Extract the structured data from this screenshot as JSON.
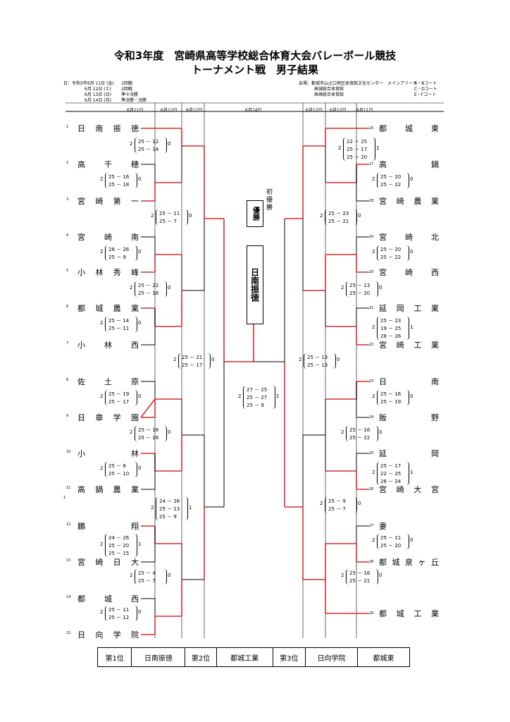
{
  "title": "令和3年度　宮崎県高等学校総合体育大会バレーボール競技",
  "subtitle": "トーナメント戦　男子結果",
  "schedule": [
    {
      "date": "日：令和3年6月 11日 (金)",
      "round": "1回戦"
    },
    {
      "date": "6月 12日 (土)",
      "round": "2回戦"
    },
    {
      "date": "6月 13日 (日)",
      "round": "準々決勝"
    },
    {
      "date": "6月 14日 (月)",
      "round": "準決勝・決勝"
    }
  ],
  "venues": [
    {
      "name": "会場：都城市山之口地区体育館文化センター　メインアリーナ",
      "courts": "A・Bコート"
    },
    {
      "name": "高城総合体育館",
      "courts": "C・Dコート"
    },
    {
      "name": "高崎総合体育館",
      "courts": "E・Fコート"
    }
  ],
  "dates_header": [
    "6月11日",
    "6月12日",
    "6月12日",
    "6月14日",
    "6月12日",
    "6月12日",
    "6月11日"
  ],
  "left_teams": [
    {
      "seed": "1",
      "name": "日南振徳"
    },
    {
      "seed": "2",
      "name": "高千穂"
    },
    {
      "seed": "3",
      "name": "宮崎第一"
    },
    {
      "seed": "4",
      "name": "宮崎南"
    },
    {
      "seed": "5",
      "name": "小林秀峰"
    },
    {
      "seed": "6",
      "name": "都城農業"
    },
    {
      "seed": "7",
      "name": "小林西"
    },
    {
      "seed": "8",
      "name": "佐土原"
    },
    {
      "seed": "9",
      "name": "日章学園"
    },
    {
      "seed": "10",
      "name": "小林"
    },
    {
      "seed": "11",
      "name": "高鍋農業"
    },
    {
      "seed": "12",
      "name": "鵬翔"
    },
    {
      "seed": "13",
      "name": "宮崎日大"
    },
    {
      "seed": "14",
      "name": "都城西"
    },
    {
      "seed": "15",
      "name": "日向学院"
    }
  ],
  "right_teams": [
    {
      "seed": "16",
      "name": "都城東"
    },
    {
      "seed": "17",
      "name": "高鍋"
    },
    {
      "seed": "18",
      "name": "宮崎農業"
    },
    {
      "seed": "19",
      "name": "宮崎北"
    },
    {
      "seed": "20",
      "name": "宮崎西"
    },
    {
      "seed": "21",
      "name": "延岡工業"
    },
    {
      "seed": "22",
      "name": "宮崎工業"
    },
    {
      "seed": "23",
      "name": "日南"
    },
    {
      "seed": "24",
      "name": "飯野"
    },
    {
      "seed": "25",
      "name": "延岡"
    },
    {
      "seed": "26",
      "name": "宮崎大宮"
    },
    {
      "seed": "27",
      "name": "妻"
    },
    {
      "seed": "28",
      "name": "都城泉ヶ丘"
    },
    {
      "seed": "29",
      "name": "都城工業"
    }
  ],
  "matches": [
    {
      "id": "L1",
      "w": "2",
      "l": "0",
      "sets": [
        "25 － 12",
        "25 － 14"
      ]
    },
    {
      "id": "L2",
      "w": "2",
      "l": "0",
      "sets": [
        "25 － 16",
        "25 － 18"
      ]
    },
    {
      "id": "L3",
      "w": "2",
      "l": "0",
      "sets": [
        "25 － 11",
        "25 － 7"
      ]
    },
    {
      "id": "L4",
      "w": "2",
      "l": "0",
      "sets": [
        "28 － 26",
        "25 － 9"
      ]
    },
    {
      "id": "L5",
      "w": "2",
      "l": "0",
      "sets": [
        "25 － 22",
        "25 － 18"
      ]
    },
    {
      "id": "L6",
      "w": "2",
      "l": "0",
      "sets": [
        "25 － 14",
        "25 － 11"
      ]
    },
    {
      "id": "L7",
      "w": "2",
      "l": "0",
      "sets": [
        "25 － 21",
        "25 － 17"
      ]
    },
    {
      "id": "L8",
      "w": "2",
      "l": "0",
      "sets": [
        "25 － 19",
        "25 － 17"
      ]
    },
    {
      "id": "L9",
      "w": "2",
      "l": "0",
      "sets": [
        "25 － 16",
        "25 － 18"
      ]
    },
    {
      "id": "L10",
      "w": "2",
      "l": "0",
      "sets": [
        "25 － 8",
        "25 － 10"
      ]
    },
    {
      "id": "L11",
      "w": "2",
      "l": "1",
      "sets": [
        "24 － 26",
        "25 － 13",
        "25 － 9"
      ]
    },
    {
      "id": "L12",
      "w": "2",
      "l": "1",
      "sets": [
        "24 － 26",
        "25 － 20",
        "25 － 15"
      ]
    },
    {
      "id": "L13",
      "w": "2",
      "l": "0",
      "sets": [
        "25 － 4",
        "25 － 7"
      ]
    },
    {
      "id": "L14",
      "w": "2",
      "l": "0",
      "sets": [
        "25 － 11",
        "25 － 12"
      ]
    },
    {
      "id": "F",
      "w": "2",
      "l": "1",
      "sets": [
        "27 － 25",
        "25 － 27",
        "25 － 9"
      ]
    },
    {
      "id": "R1",
      "w": "2",
      "l": "1",
      "sets": [
        "22 － 25",
        "25 － 17",
        "25 － 20"
      ]
    },
    {
      "id": "R2",
      "w": "2",
      "l": "0",
      "sets": [
        "25 － 20",
        "25 － 22"
      ]
    },
    {
      "id": "R3",
      "w": "2",
      "l": "0",
      "sets": [
        "25 － 23",
        "25 － 21"
      ]
    },
    {
      "id": "R4",
      "w": "2",
      "l": "0",
      "sets": [
        "25 － 20",
        "25 － 22"
      ]
    },
    {
      "id": "R5",
      "w": "2",
      "l": "0",
      "sets": [
        "25 － 13",
        "25 － 20"
      ]
    },
    {
      "id": "R6",
      "w": "2",
      "l": "1",
      "sets": [
        "25 － 23",
        "19 － 25",
        "28 － 26"
      ]
    },
    {
      "id": "R7",
      "w": "2",
      "l": "0",
      "sets": [
        "25 － 13",
        "25 － 13"
      ]
    },
    {
      "id": "R8",
      "w": "2",
      "l": "0",
      "sets": [
        "25 － 16",
        "25 － 19"
      ]
    },
    {
      "id": "R9",
      "w": "2",
      "l": "0",
      "sets": [
        "25 － 16",
        "25 － 22"
      ]
    },
    {
      "id": "R10",
      "w": "2",
      "l": "1",
      "sets": [
        "25 － 17",
        "22 － 25",
        "26 － 24"
      ]
    },
    {
      "id": "R11",
      "w": "2",
      "l": "0",
      "sets": [
        "25 － 9",
        "25 － 7"
      ]
    },
    {
      "id": "R12",
      "w": "2",
      "l": "0",
      "sets": [
        "25 － 11",
        "25 － 20"
      ]
    },
    {
      "id": "R13",
      "w": "2",
      "l": "0",
      "sets": [
        "25 － 16",
        "25 － 21"
      ]
    }
  ],
  "champion": {
    "label": "優勝",
    "first": "初優勝",
    "team": "日南振徳"
  },
  "stray_mark": "1",
  "results": [
    {
      "place": "第1位",
      "team": "日南振徳"
    },
    {
      "place": "第2位",
      "team": "都城工業"
    },
    {
      "place": "第3位",
      "team": "日向学院"
    },
    {
      "place": "",
      "team": "都城東"
    }
  ],
  "colors": {
    "winner_line": "#d92b2b",
    "line": "#000000"
  }
}
